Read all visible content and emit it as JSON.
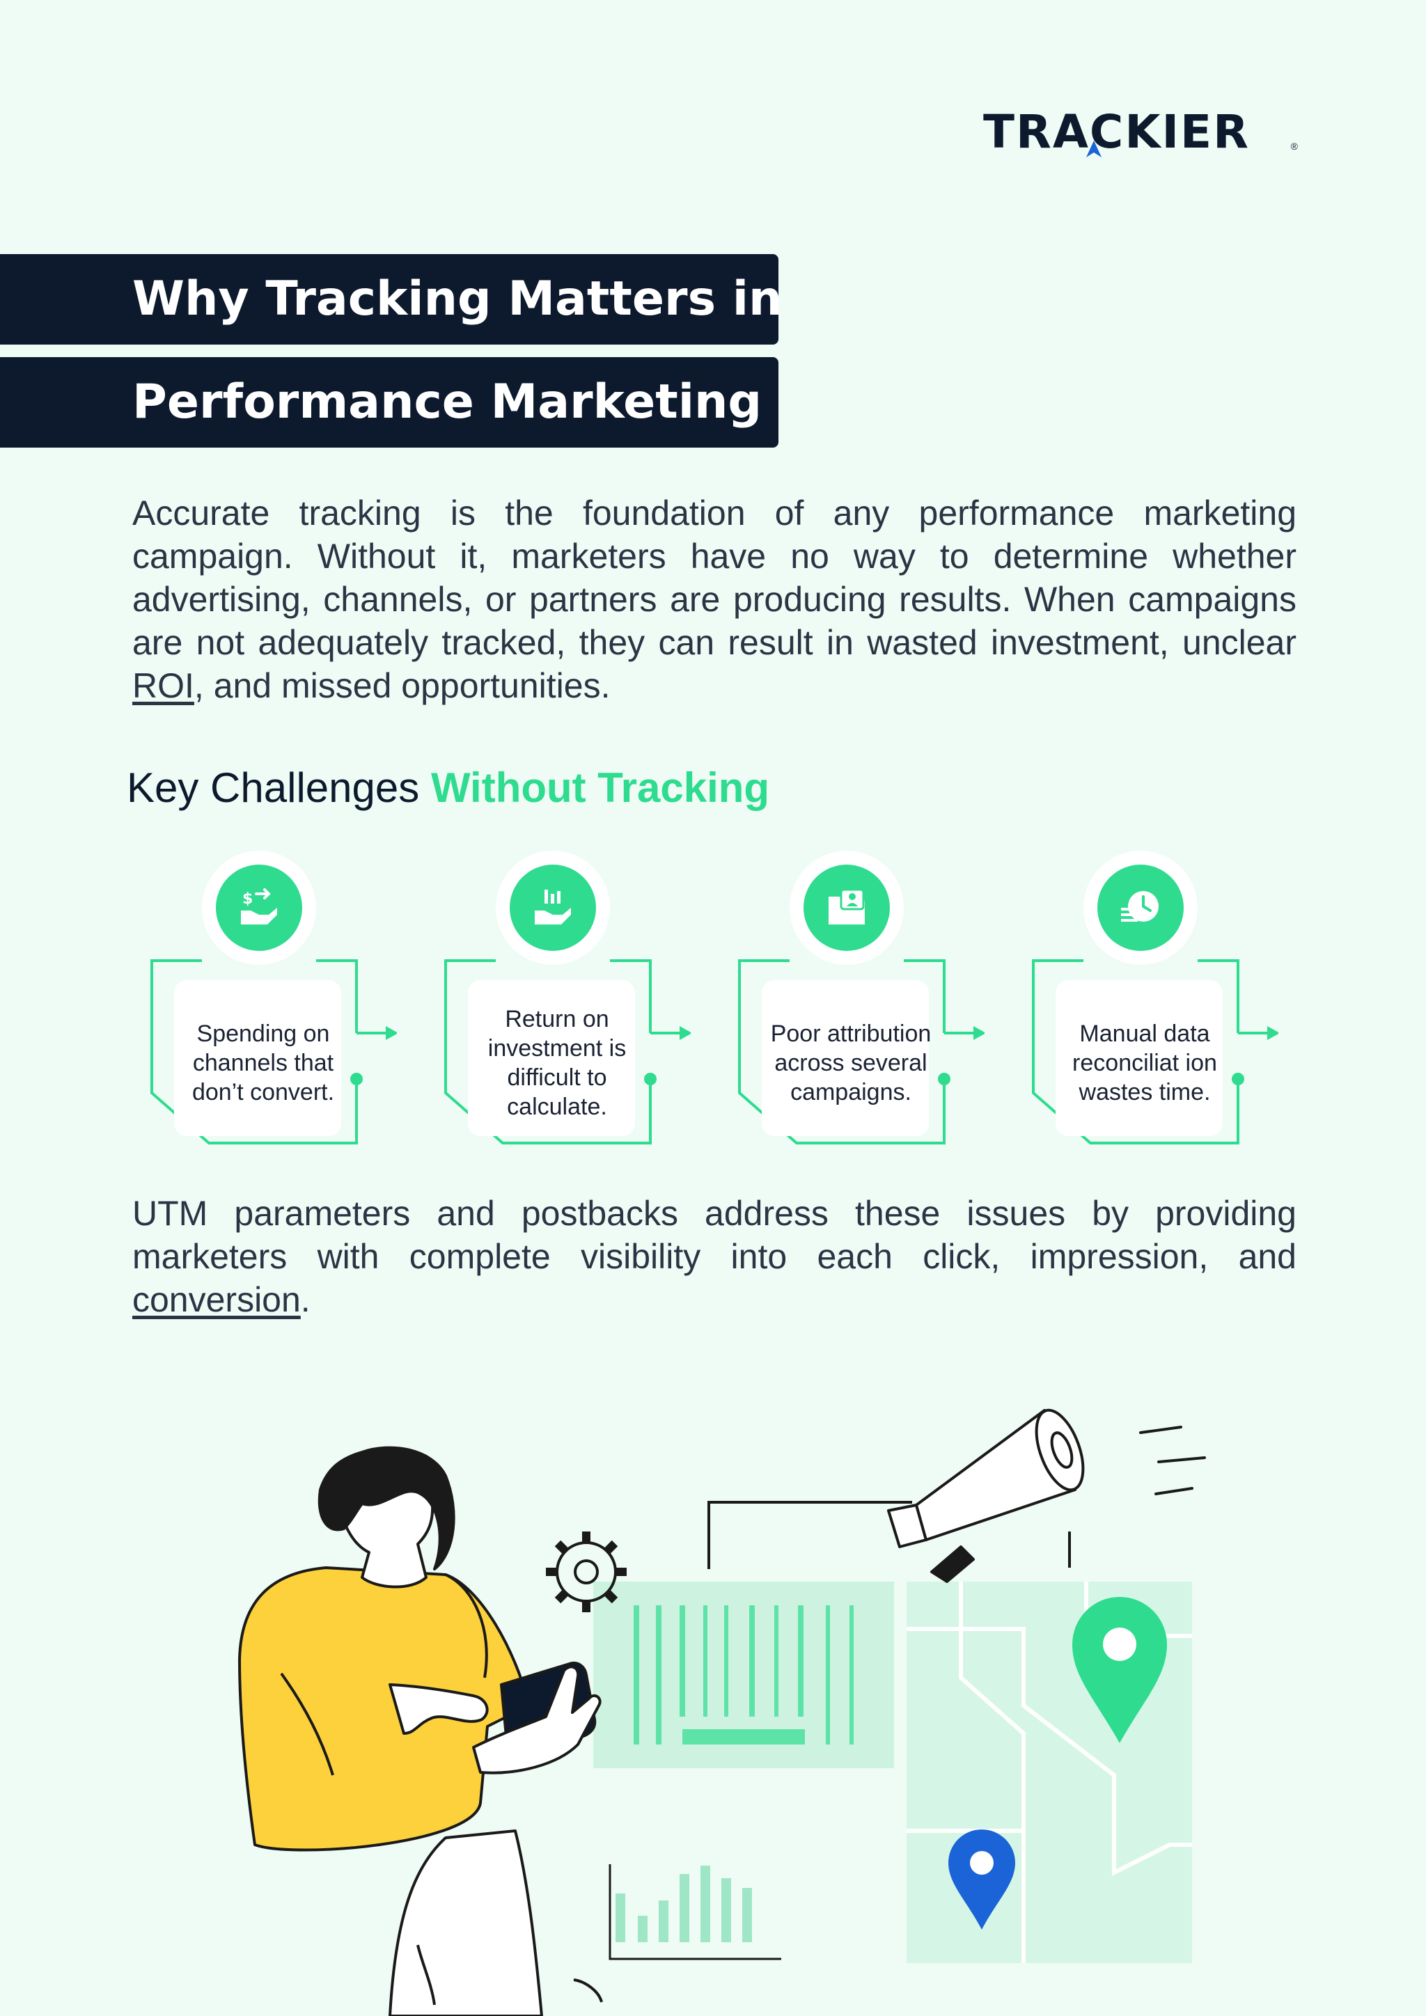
{
  "brand": {
    "name": "TRACKIER",
    "registered_mark": "®"
  },
  "title": {
    "line1": "Why Tracking Matters in",
    "line2": "Performance Marketing"
  },
  "intro": {
    "before_roi": "Accurate tracking is the foundation of any performance marketing campaign. Without it, marketers have no way to determine whether advertising, channels, or partners are producing results. When campaigns are not adequately tracked, they can result in wasted investment, unclear ",
    "roi_link": "ROI",
    "after_roi": ", and missed opportunities."
  },
  "challenges": {
    "heading_plain": "Key Challenges ",
    "heading_highlight": "Without Tracking",
    "items": [
      {
        "icon": "money-transfer-hand-icon",
        "text": "Spending on channels that don’t convert."
      },
      {
        "icon": "chart-hand-icon",
        "text": "Return on investment is difficult to calculate."
      },
      {
        "icon": "folder-profile-icon",
        "text": "Poor attribution across several campaigns."
      },
      {
        "icon": "data-clock-icon",
        "text": "Manual data reconciliat ion wastes time."
      }
    ]
  },
  "closing": {
    "before_link": "UTM parameters and postbacks address these issues by providing marketers with complete visibility into each click, impression, and ",
    "link": "conversion",
    "after_link": "."
  },
  "colors": {
    "navy": "#0d1a2e",
    "accent_green": "#2edb8f",
    "background": "#eefcf5",
    "yellow": "#fdd13c",
    "pin_blue": "#1b64d8"
  }
}
